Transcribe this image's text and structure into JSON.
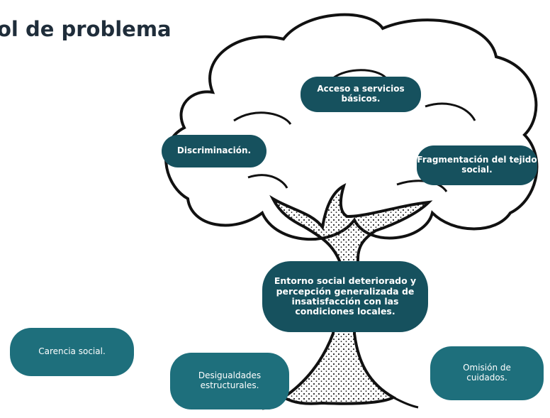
{
  "title": "ol de problema",
  "effects": [
    {
      "id": "acceso",
      "text": "Acceso a servicios básicos."
    },
    {
      "id": "discriminacion",
      "text": "Discriminación."
    },
    {
      "id": "fragmentacion",
      "text": "Fragmentación del tejido social."
    }
  ],
  "central_problem": {
    "text": "Entorno social deteriorado y percepción generalizada de insatisfacción con las condiciones locales."
  },
  "causes": [
    {
      "id": "carencia",
      "text": "Carencia social."
    },
    {
      "id": "desigualdades",
      "text": "Desigualdades estructurales."
    },
    {
      "id": "omision",
      "text": "Omisión de cuidados."
    }
  ],
  "colors": {
    "pill_dark": "#16515e",
    "pill_light": "#1e6f7c",
    "outline": "#111111",
    "title": "#1f2d3a"
  }
}
